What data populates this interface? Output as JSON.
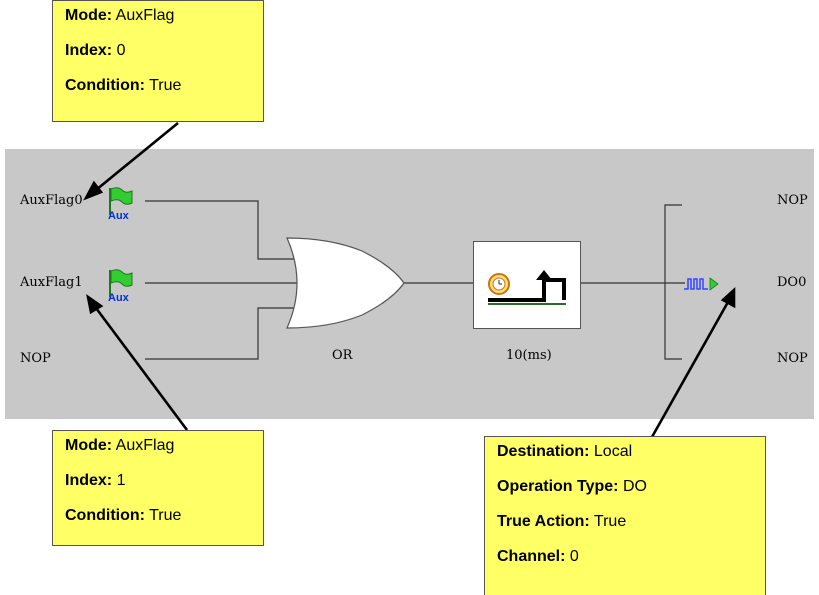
{
  "inputs": [
    {
      "signal": "AuxFlag0",
      "badge": "Aux"
    },
    {
      "signal": "AuxFlag1",
      "badge": "Aux"
    },
    {
      "signal": "NOP"
    }
  ],
  "gate": {
    "label": "OR"
  },
  "timer": {
    "label": "10(ms)"
  },
  "outputs": [
    {
      "signal": "NOP"
    },
    {
      "signal": "DO0"
    },
    {
      "signal": "NOP"
    }
  ],
  "callouts": {
    "input0": [
      {
        "key": "Mode:",
        "value": "AuxFlag"
      },
      {
        "key": "Index:",
        "value": "0"
      },
      {
        "key": "Condition:",
        "value": "True"
      }
    ],
    "input1": [
      {
        "key": "Mode:",
        "value": "AuxFlag"
      },
      {
        "key": "Index:",
        "value": "1"
      },
      {
        "key": "Condition:",
        "value": "True"
      }
    ],
    "output": [
      {
        "key": "Destination:",
        "value": "Local"
      },
      {
        "key": "Operation Type:",
        "value": "DO"
      },
      {
        "key": "True Action:",
        "value": "True"
      },
      {
        "key": "Channel:",
        "value": "0"
      }
    ]
  },
  "colors": {
    "panel": "#c8c8c8",
    "callout": "#ffff66",
    "flag": "#33cc33",
    "aux_text": "#0033cc",
    "pulse": "#3344ff",
    "arrow_tip": "#33cc33"
  },
  "icons": [
    "aux-flag-icon",
    "timer-clock-icon",
    "rising-edge-icon",
    "pulse-output-icon"
  ]
}
